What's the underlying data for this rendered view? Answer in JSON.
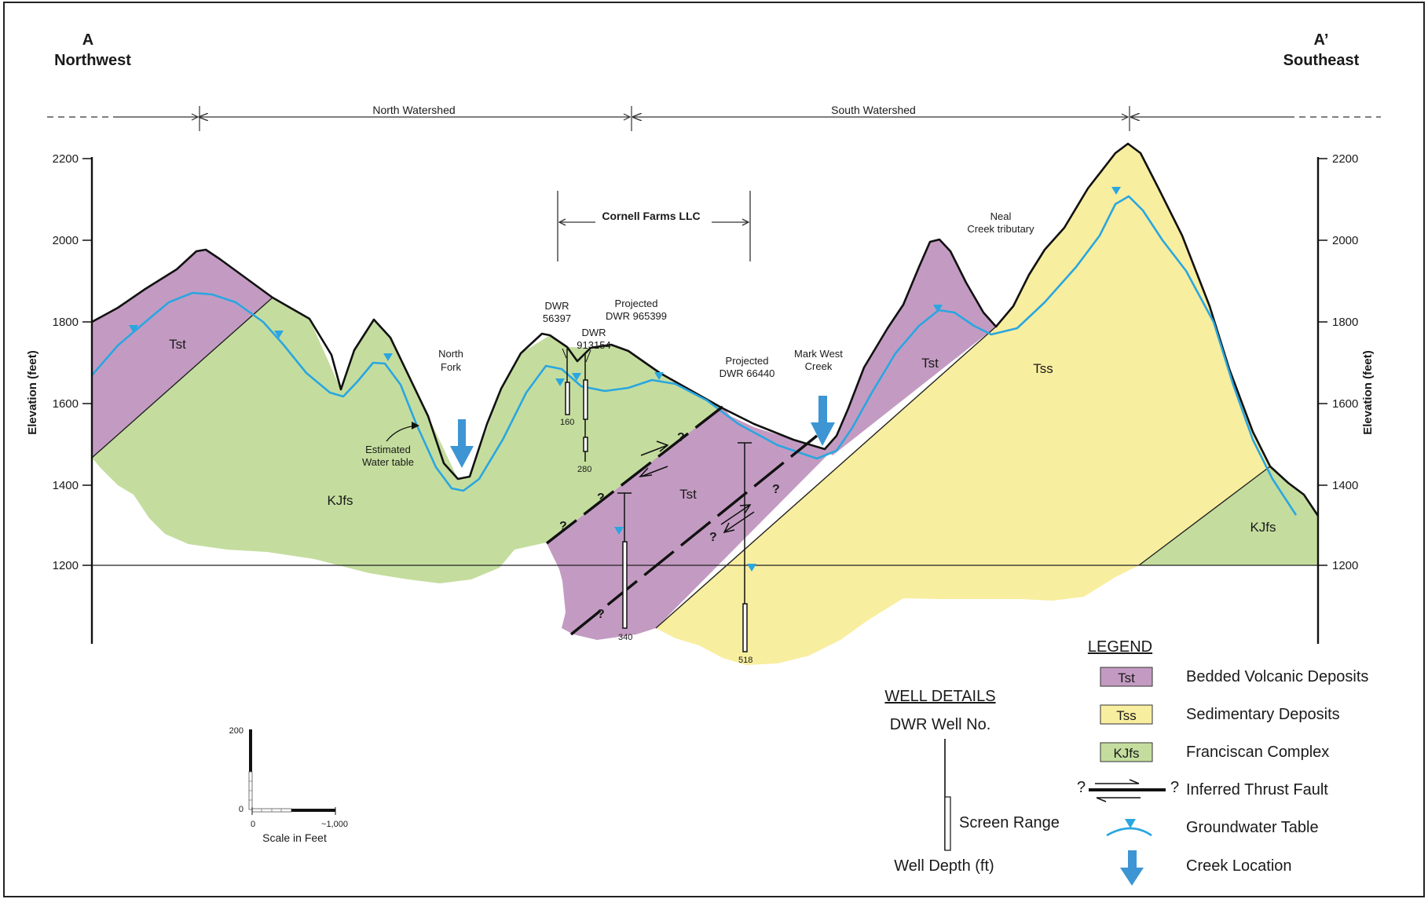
{
  "section": {
    "start": {
      "letter": "A",
      "direction": "Northwest"
    },
    "end": {
      "letter": "A’",
      "direction": "Southeast"
    }
  },
  "watersheds": [
    "North Watershed",
    "South Watershed"
  ],
  "property": "Cornell Farms LLC",
  "axis": {
    "ylabel": "Elevation (feet)",
    "ticks": [
      "2200",
      "2000",
      "1800",
      "1600",
      "1400",
      "1200"
    ]
  },
  "units": {
    "tst": "Tst",
    "kjfs": "KJfs",
    "tss": "Tss"
  },
  "annotations": {
    "north_fork": [
      "North",
      "Fork"
    ],
    "estimated_water_table": [
      "Estimated",
      "Water table"
    ],
    "neal_creek": [
      "Neal",
      "Creek tributary"
    ],
    "mark_west_creek": [
      "Mark West",
      "Creek"
    ],
    "fault_query": "?"
  },
  "wells": [
    {
      "name_lines": [
        "DWR",
        "56397"
      ],
      "depth": "160"
    },
    {
      "name_lines": [
        "DWR",
        "913154"
      ],
      "depth": "280"
    },
    {
      "name_lines": [
        "Projected",
        "DWR 965399"
      ],
      "depth": "340"
    },
    {
      "name_lines": [
        "Projected",
        "DWR 66440"
      ],
      "depth": "518"
    }
  ],
  "well_details": {
    "title": "WELL DETAILS",
    "well_no": "DWR Well No.",
    "screen_range": "Screen Range",
    "well_depth": "Well Depth (ft)"
  },
  "legend": {
    "title": "LEGEND",
    "items": [
      {
        "code": "Tst",
        "label": "Bedded Volcanic Deposits",
        "color": "#c39bc2"
      },
      {
        "code": "Tss",
        "label": "Sedimentary Deposits",
        "color": "#f8ee9f"
      },
      {
        "code": "KJfs",
        "label": "Franciscan Complex",
        "color": "#c4dd9e"
      },
      {
        "code": "",
        "label": "Inferred Thrust Fault"
      },
      {
        "code": "",
        "label": "Groundwater Table",
        "color": "#2aa6e0"
      },
      {
        "code": "",
        "label": "Creek Location",
        "color": "#3d95d4"
      }
    ]
  },
  "scale": {
    "v_top": "200",
    "v_zero": "0",
    "h_zero": "0",
    "h_end": "~1,000",
    "caption": "Scale in Feet"
  }
}
